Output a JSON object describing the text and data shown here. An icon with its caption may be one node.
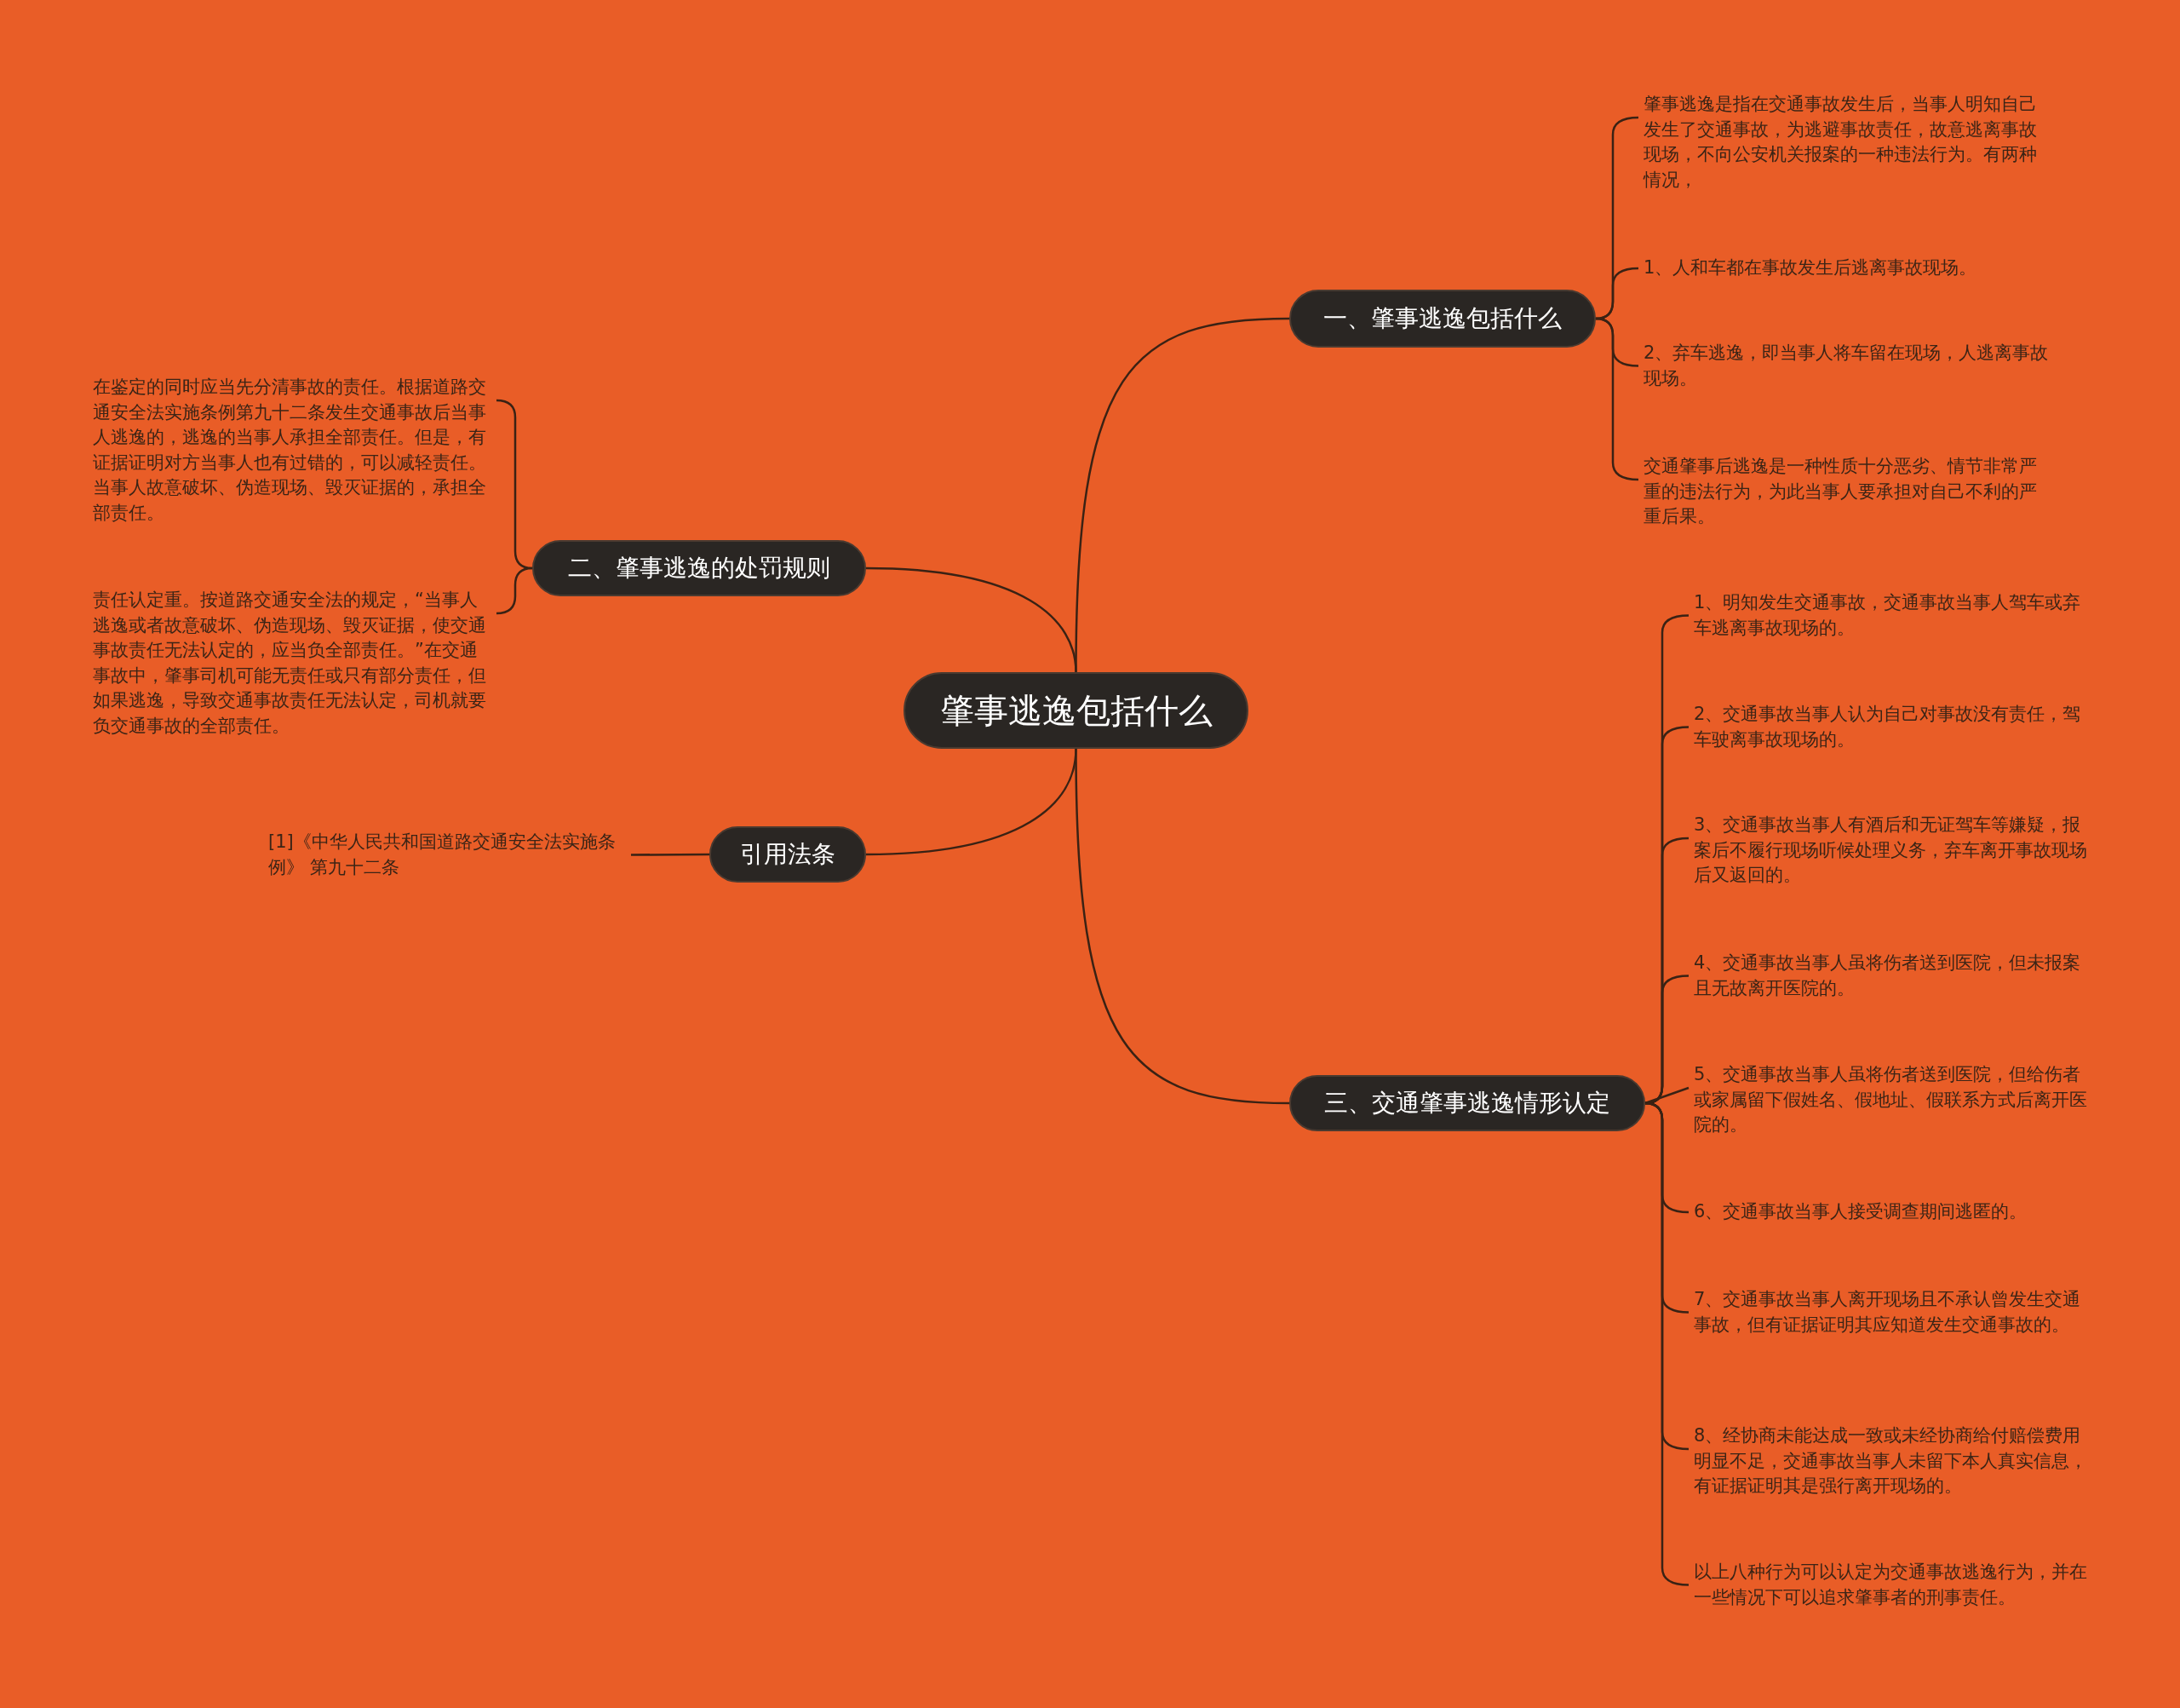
{
  "diagram": {
    "nodes": [
      {
        "text": [
          "肇事逃逸包括什么"
        ]
      },
      {
        "text": [
          "一、肇事逃逸包括什么"
        ]
      },
      {
        "text": [
          "肇事逃逸是指在交通事故发生后，当事人明知自己发生了交通事故，为逃避事故责任，故意逃离事故现场，不向公安机关报案的一种违法行为。有两种情况，"
        ]
      },
      {
        "text": [
          "1、人和车都在事故发生后逃离事故现场。"
        ]
      },
      {
        "text": [
          "2、弃车逃逸，即当事人将车留在现场，人逃离事故现场。"
        ]
      },
      {
        "text": [
          "交通肇事后逃逸是一种性质十分恶劣、情节非常严重的违法行为，为此当事人要承担对自己不利的严重后果。"
        ]
      },
      {
        "text": [
          "二、肇事逃逸的处罚规则"
        ]
      },
      {
        "text": [
          "在鉴定的同时应当先分清事故的责任。根据道路交通安全法实施条例第九十二条发生交通事故后当事人逃逸的，逃逸的当事人承担全部责任。但是，有证据证明对方当事人也有过错的，可以减轻责任。当事人故意破坏、伪造现场、毁灭证据的，承担全部责任。"
        ]
      },
      {
        "text": [
          "责任认定重。按道路交通安全法的规定，“当事人逃逸或者故意破坏、伪造现场、毁灭证据，使交通事故责任无法认定的，应当负全部责任。”在交通事故中，肇事司机可能无责任或只有部分责任，但如果逃逸，导致交通事故责任无法认定，司机就要负交通事故的全部责任。"
        ]
      },
      {
        "text": [
          "引用法条"
        ]
      },
      {
        "text": [
          "[1]《中华人民共和国道路交通安全法实施条例》 第九十二条"
        ]
      },
      {
        "text": [
          "三、交通肇事逃逸情形认定"
        ]
      },
      {
        "text": [
          "1、明知发生交通事故，交通事故当事人驾车或弃车逃离事故现场的。"
        ]
      },
      {
        "text": [
          "2、交通事故当事人认为自己对事故没有责任，驾车驶离事故现场的。"
        ]
      },
      {
        "text": [
          "3、交通事故当事人有酒后和无证驾车等嫌疑，报案后不履行现场听候处理义务，弃车离开事故现场后又返回的。"
        ]
      },
      {
        "text": [
          "4、交通事故当事人虽将伤者送到医院，但未报案且无故离开医院的。"
        ]
      },
      {
        "text": [
          "5、交通事故当事人虽将伤者送到医院，但给伤者或家属留下假姓名、假地址、假联系方式后离开医院的。"
        ]
      },
      {
        "text": [
          "6、交通事故当事人接受调查期间逃匿的。"
        ]
      },
      {
        "text": [
          "7、交通事故当事人离开现场且不承认曾发生交通事故，但有证据证明其应知道发生交通事故的。"
        ]
      },
      {
        "text": [
          "8、经协商未能达成一致或未经协商给付赔偿费用明显不足，交通事故当事人未留下本人真实信息，有证据证明其是强行离开现场的。"
        ]
      },
      {
        "text": [
          "以上八种行为可以认定为交通事故逃逸行为，并在一些情况下可以追求肇事者的刑事责任。"
        ]
      }
    ],
    "edges": [
      {
        "from": 0,
        "to": 1,
        "arrow": "none"
      },
      {
        "from": 1,
        "to": 2,
        "arrow": "none"
      },
      {
        "from": 1,
        "to": 3,
        "arrow": "none"
      },
      {
        "from": 1,
        "to": 4,
        "arrow": "none"
      },
      {
        "from": 1,
        "to": 5,
        "arrow": "none"
      },
      {
        "from": 0,
        "to": 6,
        "arrow": "none"
      },
      {
        "from": 6,
        "to": 7,
        "arrow": "none"
      },
      {
        "from": 6,
        "to": 8,
        "arrow": "none"
      },
      {
        "from": 0,
        "to": 9,
        "arrow": "none"
      },
      {
        "from": 9,
        "to": 10,
        "arrow": "none"
      },
      {
        "from": 0,
        "to": 11,
        "arrow": "none"
      },
      {
        "from": 11,
        "to": 12,
        "arrow": "none"
      },
      {
        "from": 11,
        "to": 13,
        "arrow": "none"
      },
      {
        "from": 11,
        "to": 14,
        "arrow": "none"
      },
      {
        "from": 11,
        "to": 15,
        "arrow": "none"
      },
      {
        "from": 11,
        "to": 16,
        "arrow": "none"
      },
      {
        "from": 11,
        "to": 17,
        "arrow": "none"
      },
      {
        "from": 11,
        "to": 18,
        "arrow": "none"
      },
      {
        "from": 11,
        "to": 19,
        "arrow": "none"
      },
      {
        "from": 11,
        "to": 20,
        "arrow": "none"
      }
    ]
  }
}
